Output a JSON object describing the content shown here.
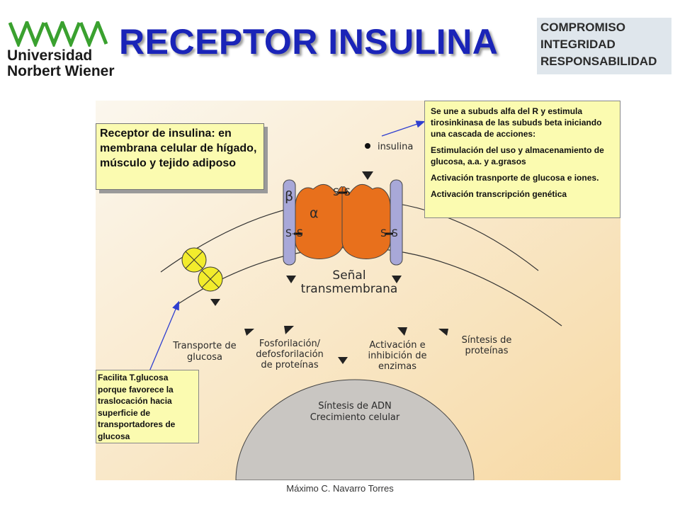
{
  "header": {
    "logo_line1": "Universidad",
    "logo_line2": "Norbert Wiener",
    "title": "RECEPTOR INSULINA",
    "values": [
      "COMPROMISO",
      "INTEGRIDAD",
      "RESPONSABILIDAD"
    ],
    "colors": {
      "title": "#1a24b8",
      "logo_green": "#3aa12f",
      "values_box": "#dfe6ec"
    }
  },
  "callouts": {
    "receptor": "Receptor de insulina: en membrana celular de hígado, músculo y tejido adiposo",
    "action": [
      "Se une a subuds alfa del R y estimula tirosinkinasa de las subuds beta iniciando una cascada de acciones:",
      "Estimulación del uso y almacenamiento de glucosa, a.a. y a.grasos",
      "Activación trasnporte de glucosa e iones.",
      "Activación transcripción genética"
    ],
    "glucose": "Facilita T.glucosa\nporque favorece la\ntraslocación hacia\nsuperficie de\ntransportadores de\nglucosa"
  },
  "diagram": {
    "insulin": "insulina",
    "beta": "β",
    "alpha": "α",
    "ss": "S–S",
    "signal": "Señal\ntransmembrana",
    "transport": "Transporte de\nglucosa",
    "phospho": "Fosforilación/\ndefosforilación\nde proteínas",
    "activation": "Activación e\ninhibición de\nenzimas",
    "synthesis": "Síntesis de\nproteínas",
    "nucleus": "Síntesis de ADN\nCrecimiento celular",
    "colors": {
      "receptor_alpha": "#e8701c",
      "receptor_beta": "#a8a8d8",
      "transporter": "#f2ec2c",
      "nucleus": "#c9c6c2",
      "arrows": "#2f3fd0"
    }
  },
  "footer": {
    "author": "Máximo C. Navarro Torres"
  }
}
